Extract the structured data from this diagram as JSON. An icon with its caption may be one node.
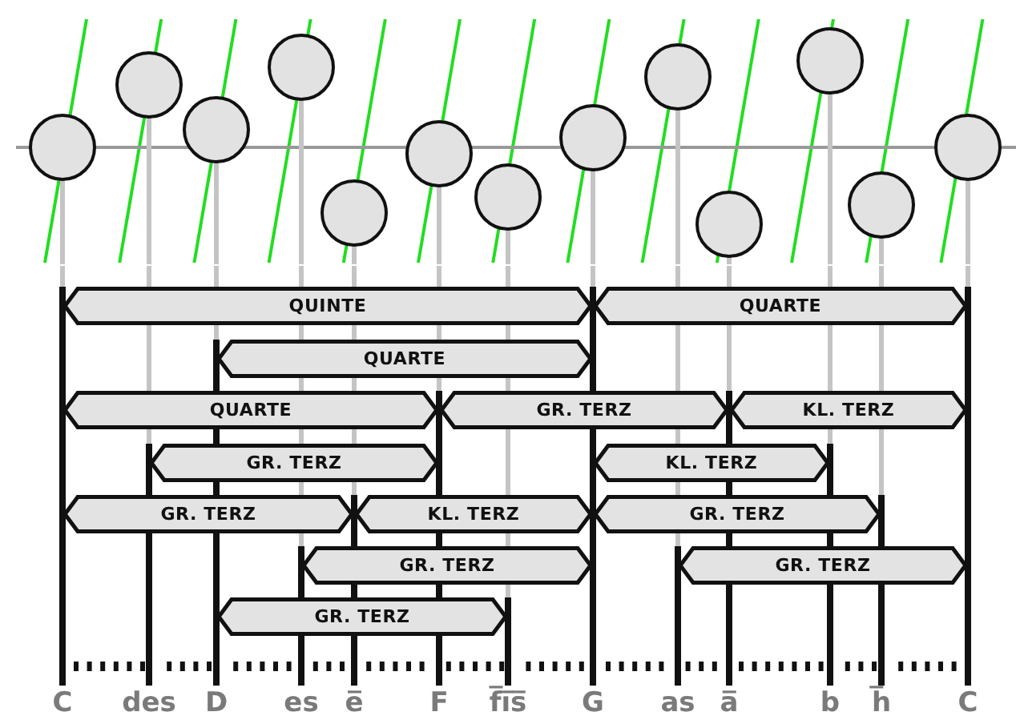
{
  "diagram": {
    "nodes": [
      {
        "text": [
          "C"
        ]
      },
      {
        "text": [
          "des"
        ]
      },
      {
        "text": [
          "D"
        ]
      },
      {
        "text": [
          "es"
        ]
      },
      {
        "text": [
          "e̅"
        ]
      },
      {
        "text": [
          "F"
        ]
      },
      {
        "text": [
          "f̅i̅s̅"
        ]
      },
      {
        "text": [
          "G"
        ]
      },
      {
        "text": [
          "as"
        ]
      },
      {
        "text": [
          "a̅"
        ]
      },
      {
        "text": [
          "b"
        ]
      },
      {
        "text": [
          "h̅"
        ]
      },
      {
        "text": [
          "C"
        ]
      }
    ],
    "edges": [
      {
        "from": 0,
        "to": 7,
        "arrow": "both",
        "label": "QUINTE"
      },
      {
        "from": 7,
        "to": 12,
        "arrow": "both",
        "label": "QUARTE"
      },
      {
        "from": 2,
        "to": 7,
        "arrow": "both",
        "label": "QUARTE"
      },
      {
        "from": 0,
        "to": 5,
        "arrow": "both",
        "label": "QUARTE"
      },
      {
        "from": 5,
        "to": 9,
        "arrow": "both",
        "label": "GR. TERZ"
      },
      {
        "from": 9,
        "to": 12,
        "arrow": "both",
        "label": "KL. TERZ"
      },
      {
        "from": 1,
        "to": 5,
        "arrow": "both",
        "label": "GR. TERZ"
      },
      {
        "from": 7,
        "to": 10,
        "arrow": "both",
        "label": "KL. TERZ"
      },
      {
        "from": 0,
        "to": 4,
        "arrow": "both",
        "label": "GR. TERZ"
      },
      {
        "from": 4,
        "to": 7,
        "arrow": "both",
        "label": "KL. TERZ"
      },
      {
        "from": 7,
        "to": 11,
        "arrow": "both",
        "label": "GR. TERZ"
      },
      {
        "from": 3,
        "to": 7,
        "arrow": "both",
        "label": "GR. TERZ"
      },
      {
        "from": 8,
        "to": 12,
        "arrow": "both",
        "label": "GR. TERZ"
      },
      {
        "from": 2,
        "to": 6,
        "arrow": "both",
        "label": "GR. TERZ"
      }
    ]
  }
}
